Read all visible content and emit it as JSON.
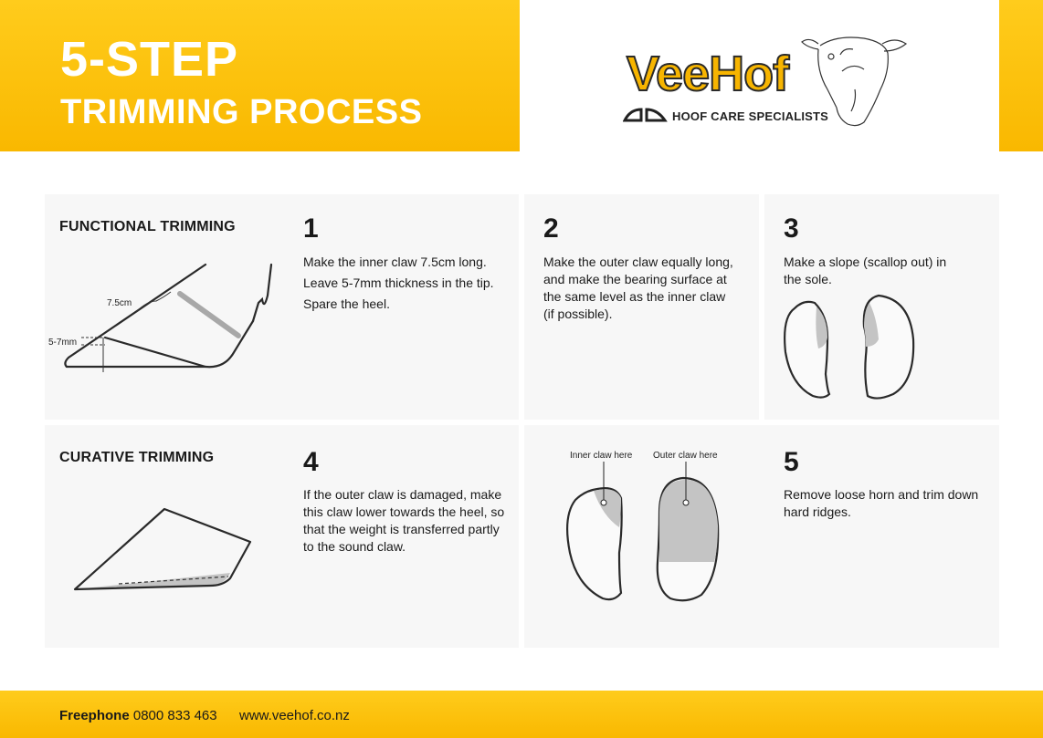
{
  "header": {
    "title_main": "5-STEP",
    "title_sub": "TRIMMING PROCESS"
  },
  "logo": {
    "wordmark": "VeeHof",
    "tagline": "HOOF CARE SPECIALISTS"
  },
  "sections": {
    "functional": "FUNCTIONAL TRIMMING",
    "curative": "CURATIVE TRIMMING"
  },
  "steps": [
    {
      "number": "1",
      "text": [
        "Make the inner claw 7.5cm long.",
        "Leave 5-7mm thickness in the tip.",
        "Spare the heel."
      ]
    },
    {
      "number": "2",
      "text": [
        "Make the outer claw equally long,",
        "and make the bearing surface at",
        "the same level as the inner claw",
        "(if possible)."
      ]
    },
    {
      "number": "3",
      "text": [
        "Make a slope (scallop out) in",
        "the sole."
      ]
    },
    {
      "number": "4",
      "text": [
        "If the outer claw is damaged, make",
        "this claw lower towards the heel, so",
        "that the weight is transferred partly",
        "to the sound claw."
      ]
    },
    {
      "number": "5",
      "text": [
        "Remove loose horn and trim down",
        "hard ridges."
      ]
    }
  ],
  "diagram_labels": {
    "length": "7.5cm",
    "thickness": "5-7mm",
    "inner_claw": "Inner claw here",
    "outer_claw": "Outer claw here"
  },
  "footer": {
    "phone_label": "Freephone",
    "phone_number": "0800 833 463",
    "url": "www.veehof.co.nz"
  },
  "colors": {
    "brand_yellow": "#f9b800",
    "panel_bg": "#f7f7f7",
    "shade_grey": "#c4c4c4"
  }
}
